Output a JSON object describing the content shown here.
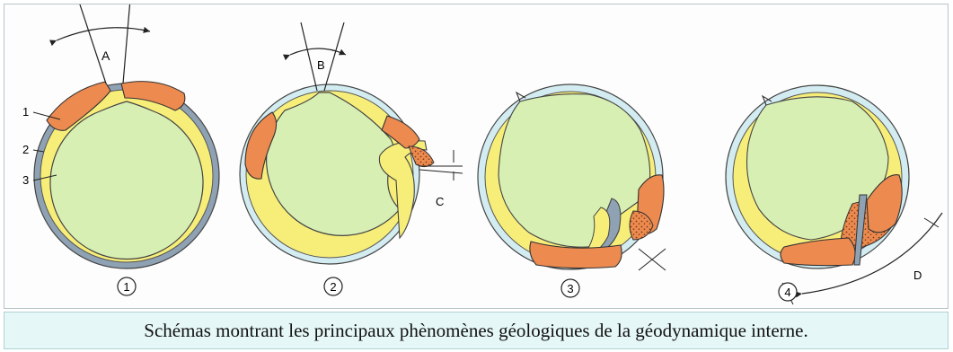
{
  "labels": {
    "angle_a": "A",
    "angle_b": "B",
    "angle_c": "C",
    "angle_d": "D",
    "layer_1": "1",
    "layer_2": "2",
    "layer_3": "3",
    "stage_1": "1",
    "stage_2": "2",
    "stage_3": "3",
    "stage_4": "4"
  },
  "caption": "Schémas montrant les principaux phènomènes géologiques de la géodynamique interne.",
  "colors": {
    "interior": "#d8efb3",
    "yellow_layer": "#f7ee7a",
    "gray_crust": "#8fa2b4",
    "light_crust": "#d3ecf1",
    "orange_block": "#ec8a4f",
    "caption_bg": "#e6f7f7"
  }
}
